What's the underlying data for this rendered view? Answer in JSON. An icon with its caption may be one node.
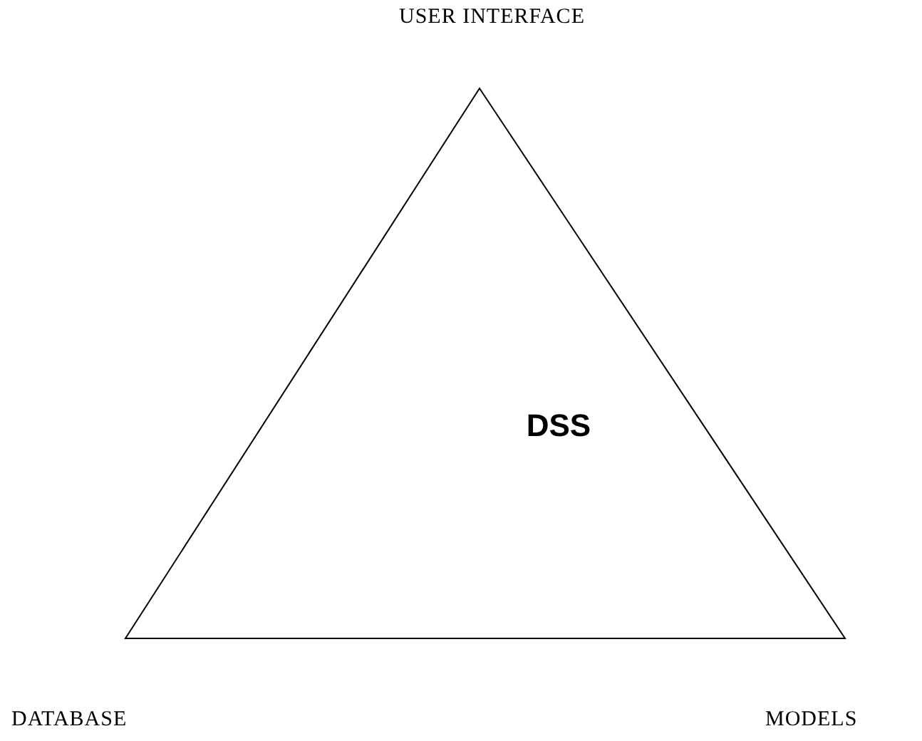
{
  "diagram": {
    "nodes": [
      {
        "text": [
          "DSS"
        ]
      }
    ],
    "labels": [
      "USER INTERFACE",
      "DATABASE",
      "MODELS"
    ]
  }
}
